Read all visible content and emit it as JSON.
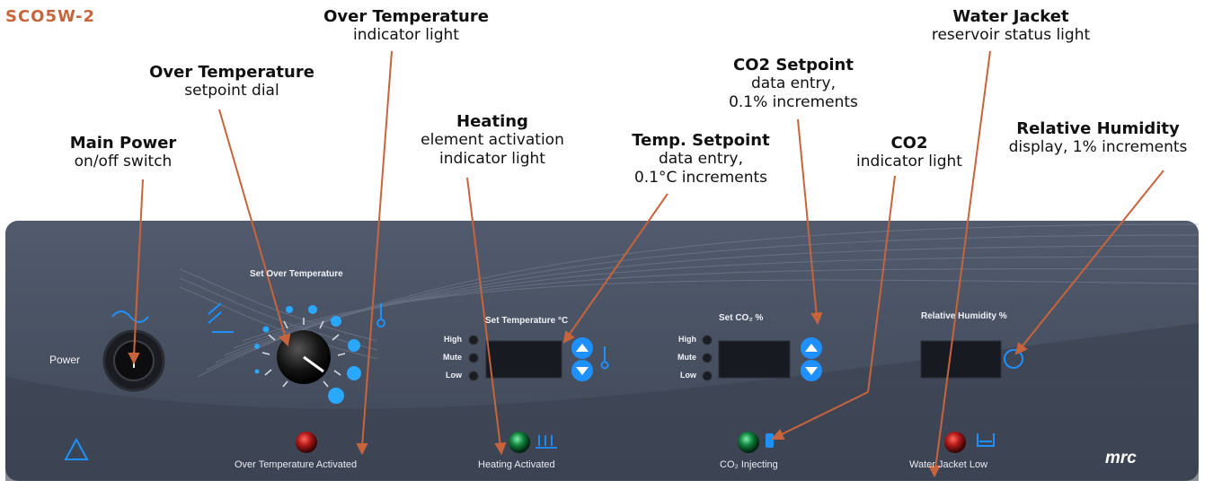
{
  "model": "SCO5W-2",
  "callouts": {
    "over_temp_light": {
      "title": "Over Temperature",
      "sub": "indicator light"
    },
    "water_jacket": {
      "title": "Water Jacket",
      "sub": "reservoir status light"
    },
    "over_temp_dial": {
      "title": "Over Temperature",
      "sub": "setpoint dial"
    },
    "co2_setpoint": {
      "title": "CO2 Setpoint",
      "sub1": "data entry,",
      "sub2": "0.1% increments"
    },
    "heating": {
      "title": "Heating",
      "sub1": "element activation",
      "sub2": "indicator light"
    },
    "temp_setpoint": {
      "title": "Temp. Setpoint",
      "sub1": "data entry,",
      "sub2": "0.1°C increments"
    },
    "co2_light": {
      "title": "CO2",
      "sub": "indicator light"
    },
    "humidity": {
      "title": "Relative Humidity",
      "sub": "display, 1% increments"
    },
    "main_power": {
      "title": "Main Power",
      "sub": "on/off switch"
    }
  },
  "panel": {
    "power_label": "Power",
    "set_over_temp_label": "Set Over Temperature",
    "set_temp_label": "Set Temperature °C",
    "set_co2_label": "Set CO₂ %",
    "humidity_label": "Relative Humidity %",
    "alarm_levels": [
      "High",
      "Mute",
      "Low"
    ],
    "status": {
      "over_temp": "Over Temperature Activated",
      "heating": "Heating Activated",
      "co2": "CO₂ Injecting",
      "water": "Water Jacket Low"
    },
    "logo": "mrc"
  },
  "colors": {
    "panel": "#4a5568",
    "accent_blue": "#1e90ff",
    "callout_arrow": "#c8643c",
    "red_lamp": "#b01818",
    "green_lamp": "#10803c"
  }
}
